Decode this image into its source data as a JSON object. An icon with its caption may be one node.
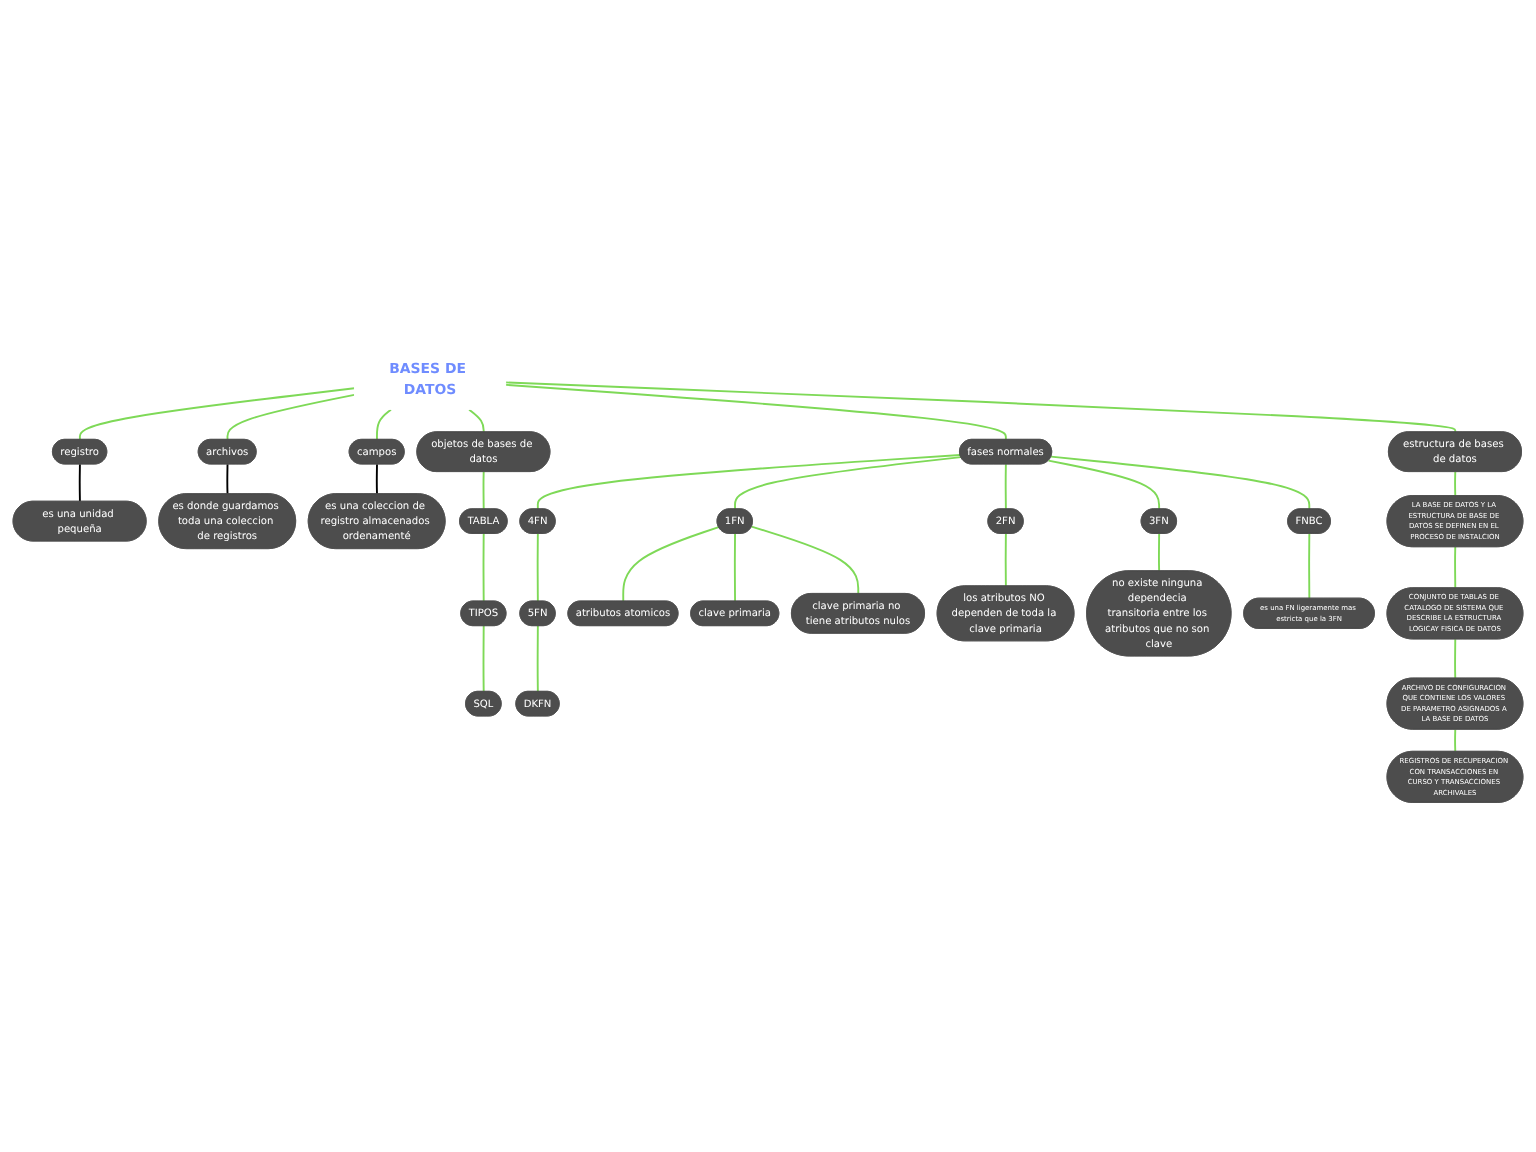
{
  "diagram": {
    "nodes": [
      {
        "text": [
          "BASES DE DATOS"
        ]
      },
      {
        "text": [
          "registro"
        ]
      },
      {
        "text": [
          "es una unidad pequeña"
        ]
      },
      {
        "text": [
          "archivos"
        ]
      },
      {
        "text": [
          "es donde guardamos toda una coleccion de registros"
        ]
      },
      {
        "text": [
          "campos"
        ]
      },
      {
        "text": [
          "es una coleccion de registro almacenados ordenamenté"
        ]
      },
      {
        "text": [
          "objetos de bases de datos"
        ]
      },
      {
        "text": [
          "fases normales"
        ]
      },
      {
        "text": [
          "estructura de bases de datos"
        ]
      },
      {
        "text": [
          "TABLA"
        ]
      },
      {
        "text": [
          "TIPOS"
        ]
      },
      {
        "text": [
          "SQL"
        ]
      },
      {
        "text": [
          "1FN"
        ]
      },
      {
        "text": [
          "2FN"
        ]
      },
      {
        "text": [
          "3FN"
        ]
      },
      {
        "text": [
          "FNBC"
        ]
      },
      {
        "text": [
          "4FN"
        ]
      },
      {
        "text": [
          "5FN"
        ]
      },
      {
        "text": [
          "DKFN"
        ]
      },
      {
        "text": [
          "atributos atomicos"
        ]
      },
      {
        "text": [
          "clave primaria"
        ]
      },
      {
        "text": [
          "clave primaria no tiene atributos nulos"
        ]
      },
      {
        "text": [
          "los atributos NO dependen de toda la clave primaria"
        ]
      },
      {
        "text": [
          "no existe ninguna dependecia transitoria entre los atributos que no son clave"
        ]
      },
      {
        "text": [
          "es una FN ligeramente mas estricta que la 3FN"
        ]
      },
      {
        "text": [
          "LA BASE DE DATOS Y LA ESTRUCTURA DE BASE DE DATOS SE DEFINEN EN EL PROCESO DE INSTALCION"
        ]
      },
      {
        "text": [
          "CONJUNTO DE TABLAS DE CATALOGO DE SISTEMA QUE DESCRIBE LA ESTRUCTURA LOGICAY FISICA DE DATOS"
        ]
      },
      {
        "text": [
          "ARCHIVO DE CONFIGURACION QUE CONTIENE LOS VALORES DE PARAMETRO ASIGNADOS A LA BASE DE DATOS"
        ]
      },
      {
        "text": [
          "REGISTROS DE RECUPERACION CON TRANSACCIONES EN CURSO Y TRANSACCIONES ARCHIVALES"
        ]
      }
    ],
    "edges": [
      {
        "from": 0,
        "to": 1,
        "arrow": "none"
      },
      {
        "from": 0,
        "to": 3,
        "arrow": "none"
      },
      {
        "from": 0,
        "to": 5,
        "arrow": "none"
      },
      {
        "from": 1,
        "to": 2,
        "arrow": "none",
        "color": "#000000"
      },
      {
        "from": 3,
        "to": 4,
        "arrow": "none",
        "color": "#000000"
      },
      {
        "from": 5,
        "to": 6,
        "arrow": "none",
        "color": "#000000"
      },
      {
        "from": 0,
        "to": 7,
        "arrow": "none"
      },
      {
        "from": 0,
        "to": 8,
        "arrow": "none"
      },
      {
        "from": 0,
        "to": 9,
        "arrow": "none"
      },
      {
        "from": 7,
        "to": 10,
        "arrow": "none"
      },
      {
        "from": 10,
        "to": 11,
        "arrow": "none"
      },
      {
        "from": 11,
        "to": 12,
        "arrow": "none"
      },
      {
        "from": 8,
        "to": 13,
        "arrow": "none"
      },
      {
        "from": 8,
        "to": 14,
        "arrow": "none"
      },
      {
        "from": 8,
        "to": 15,
        "arrow": "none"
      },
      {
        "from": 8,
        "to": 16,
        "arrow": "none"
      },
      {
        "from": 8,
        "to": 17,
        "arrow": "none"
      },
      {
        "from": 17,
        "to": 18,
        "arrow": "none"
      },
      {
        "from": 18,
        "to": 19,
        "arrow": "none"
      },
      {
        "from": 13,
        "to": 20,
        "arrow": "none"
      },
      {
        "from": 13,
        "to": 21,
        "arrow": "none"
      },
      {
        "from": 13,
        "to": 22,
        "arrow": "none"
      },
      {
        "from": 14,
        "to": 23,
        "arrow": "none"
      },
      {
        "from": 15,
        "to": 24,
        "arrow": "none"
      },
      {
        "from": 16,
        "to": 25,
        "arrow": "none"
      },
      {
        "from": 9,
        "to": 26,
        "arrow": "none"
      },
      {
        "from": 26,
        "to": 27,
        "arrow": "none"
      },
      {
        "from": 27,
        "to": 28,
        "arrow": "none"
      },
      {
        "from": 28,
        "to": 29,
        "arrow": "none"
      }
    ]
  }
}
